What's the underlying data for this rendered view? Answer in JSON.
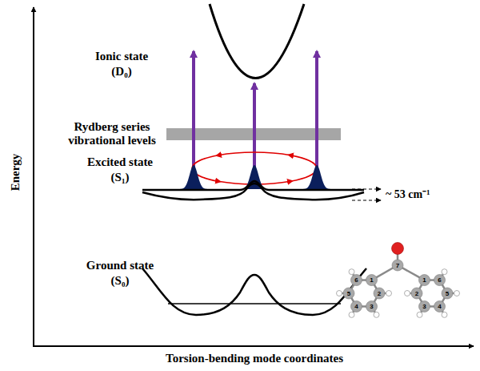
{
  "diagram": {
    "labels": [
      "Ionic state",
      "(D₀)",
      "Rydberg series vibrational levels",
      "Excited state",
      "(S₁)",
      "~ 53 cm⁻¹",
      "Ground state",
      "(S₀)",
      "Energy",
      "Torsion-bending mode coordinates",
      "6",
      "5",
      "4",
      "3",
      "2",
      "1",
      "7",
      "1",
      "6",
      "2",
      "5",
      "3",
      "4"
    ]
  }
}
